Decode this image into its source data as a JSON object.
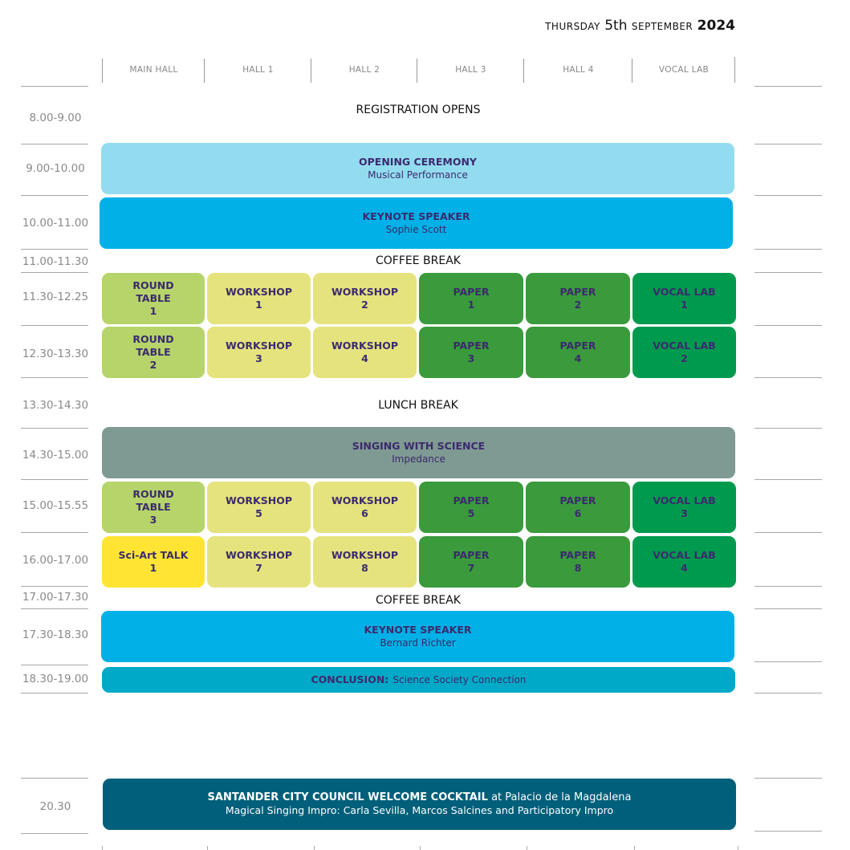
{
  "date": {
    "weekday": "THURSDAY",
    "day": "5th",
    "month": "SEPTEMBER",
    "year": "2024"
  },
  "halls": [
    "MAIN HALL",
    "HALL 1",
    "HALL 2",
    "HALL 3",
    "HALL 4",
    "VOCAL LAB"
  ],
  "times": [
    "8.00-9.00",
    "9.00-10.00",
    "10.00-11.00",
    "11.00-11.30",
    "11.30-12.25",
    "12.30-13.30",
    "13.30-14.30",
    "14.30-15.00",
    "15.00-15.55",
    "16.00-17.00",
    "17.00-17.30",
    "17.30-18.30",
    "18.30-19.00",
    "20.30"
  ],
  "banners": {
    "registration": "REGISTRATION OPENS",
    "coffee1": "COFFEE BREAK",
    "lunch": "LUNCH BREAK",
    "coffee2": "COFFEE BREAK"
  },
  "opening": {
    "title": "OPENING CEREMONY",
    "subtitle": "Musical Performance"
  },
  "keynote1": {
    "title": "KEYNOTE SPEAKER",
    "subtitle": "Sophie Scott"
  },
  "singing": {
    "title": "SINGING WITH SCIENCE",
    "subtitle": "Impedance"
  },
  "keynote2": {
    "title": "KEYNOTE SPEAKER",
    "subtitle": "Bernard Richter"
  },
  "conclusion": {
    "title": "CONCLUSION:",
    "subtitle": "Science Society Connection"
  },
  "cocktail": {
    "title": "SANTANDER CITY COUNCIL WELCOME COCKTAIL",
    "title_suffix": "at Palacio de la Magdalena",
    "subtitle": "Magical Singing Impro: Carla Sevilla, Marcos Salcines and Participatory Impro"
  },
  "round_table": {
    "line1": "ROUND",
    "line2": "TABLE"
  },
  "workshop": "WORKSHOP",
  "paper": "PAPER",
  "vocal_lab": "VOCAL LAB",
  "sciart": "Sci-Art TALK",
  "numbers": {
    "n1": "1",
    "n2": "2",
    "n3": "3",
    "n4": "4",
    "n5": "5",
    "n6": "6",
    "n7": "7",
    "n8": "8"
  },
  "colors": {
    "light_blue": "#93dcef",
    "blue": "#00b0e6",
    "lime": "#b6d46a",
    "pale_yellow": "#e5e37e",
    "green": "#3a9a3c",
    "vocal_green": "#009a4e",
    "grey_teal": "#7f9a92",
    "yellow": "#ffe433",
    "teal": "#00a9c7",
    "dark_teal": "#005f7a",
    "text_purple": "#3b2a6e"
  }
}
